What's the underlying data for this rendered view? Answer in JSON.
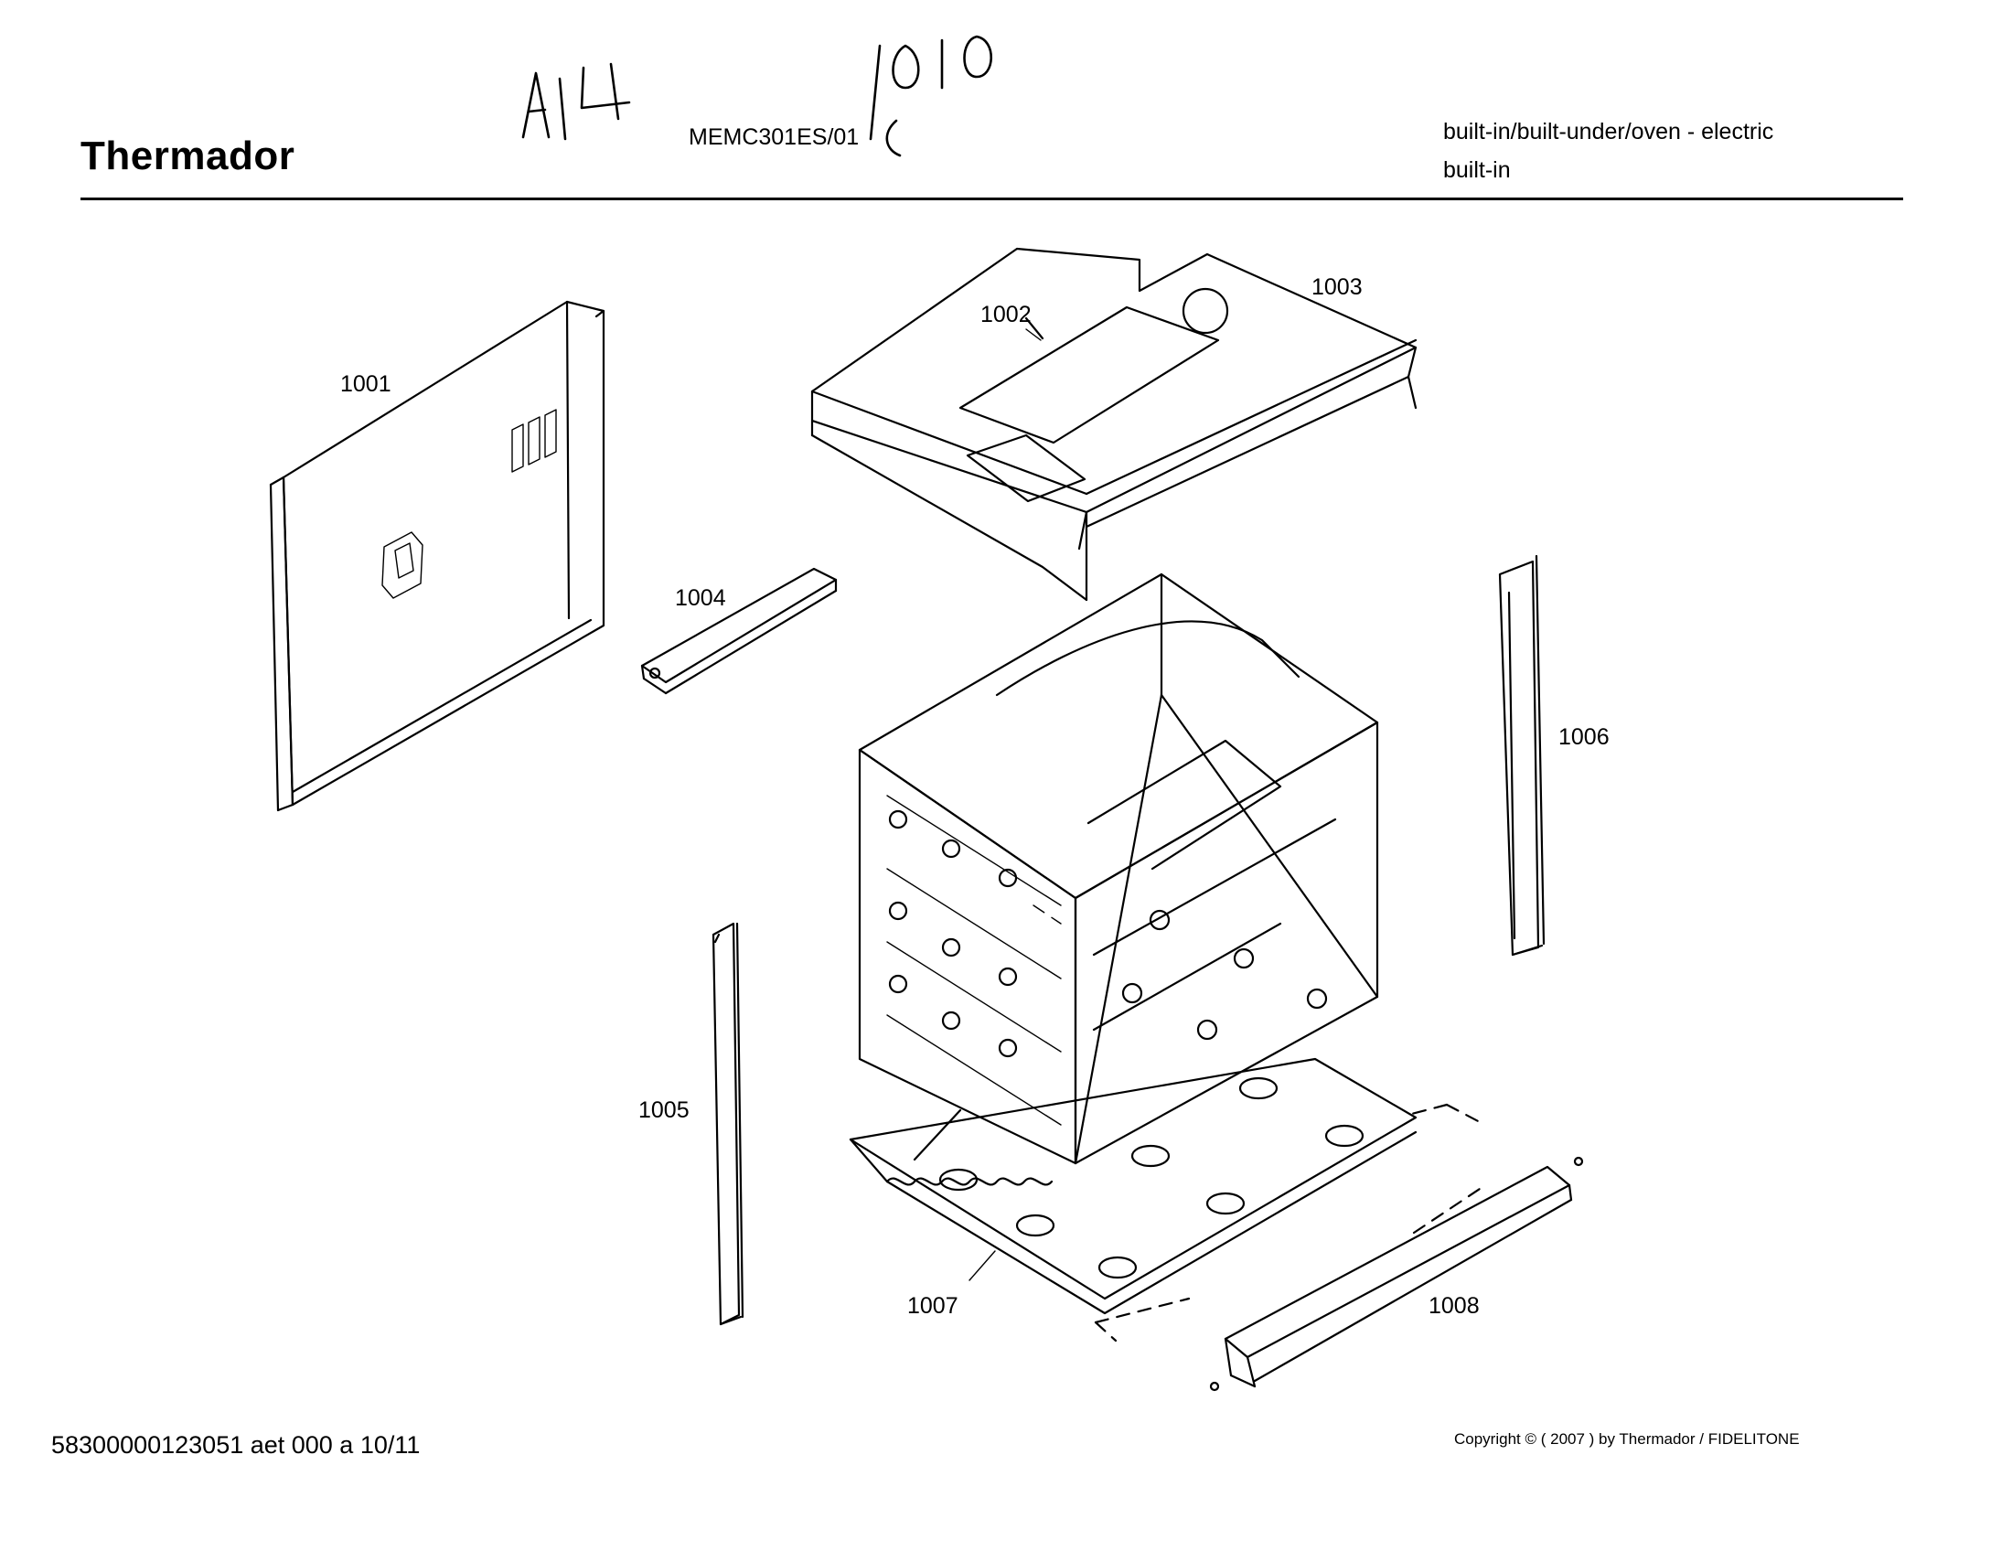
{
  "header": {
    "brand": "Thermador",
    "model": "MEMC301ES/01",
    "category_line1": "built-in/built-under/oven - electric",
    "category_line2": "built-in",
    "handwritten_note": "A14 1010"
  },
  "parts": [
    {
      "id": "part-1001",
      "label": "1001"
    },
    {
      "id": "part-1002",
      "label": "1002"
    },
    {
      "id": "part-1003",
      "label": "1003"
    },
    {
      "id": "part-1004",
      "label": "1004"
    },
    {
      "id": "part-1005",
      "label": "1005"
    },
    {
      "id": "part-1006",
      "label": "1006"
    },
    {
      "id": "part-1007",
      "label": "1007"
    },
    {
      "id": "part-1008",
      "label": "1008"
    }
  ],
  "footer": {
    "document_number": "58300000123051 aet 000 a 10/11",
    "copyright": "Copyright © ( 2007 ) by Thermador  / FIDELITONE"
  }
}
